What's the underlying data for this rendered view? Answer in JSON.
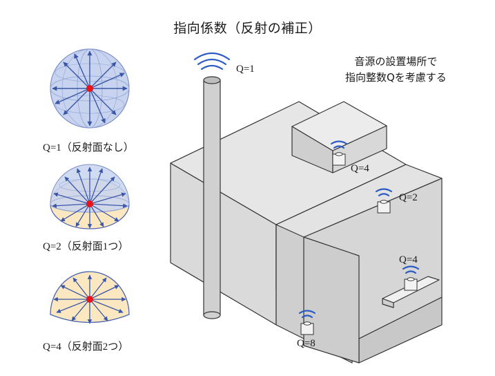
{
  "title": "指向係数（反射の補正）",
  "note": {
    "line1": "音源の設置場所で",
    "line2": "指向整数Qを考慮する"
  },
  "spheres": [
    {
      "caption": "Q=1（反射面なし）"
    },
    {
      "caption": "Q=2（反射面1つ）"
    },
    {
      "caption": "Q=4（反射面2つ）"
    }
  ],
  "building_labels": {
    "chimney": "Q=1",
    "roof_box": "Q=4",
    "roof": "Q=2",
    "wall_shelf": "Q=4",
    "ground_corner": "Q=8"
  },
  "colors": {
    "sphere_blue": "#c8d4ef",
    "hemisphere_yellow": "#fbe8c0",
    "arrow": "#3a56a8",
    "source": "#e8141c",
    "building": "#d9d9d9",
    "wave": "#2b5bc4"
  }
}
